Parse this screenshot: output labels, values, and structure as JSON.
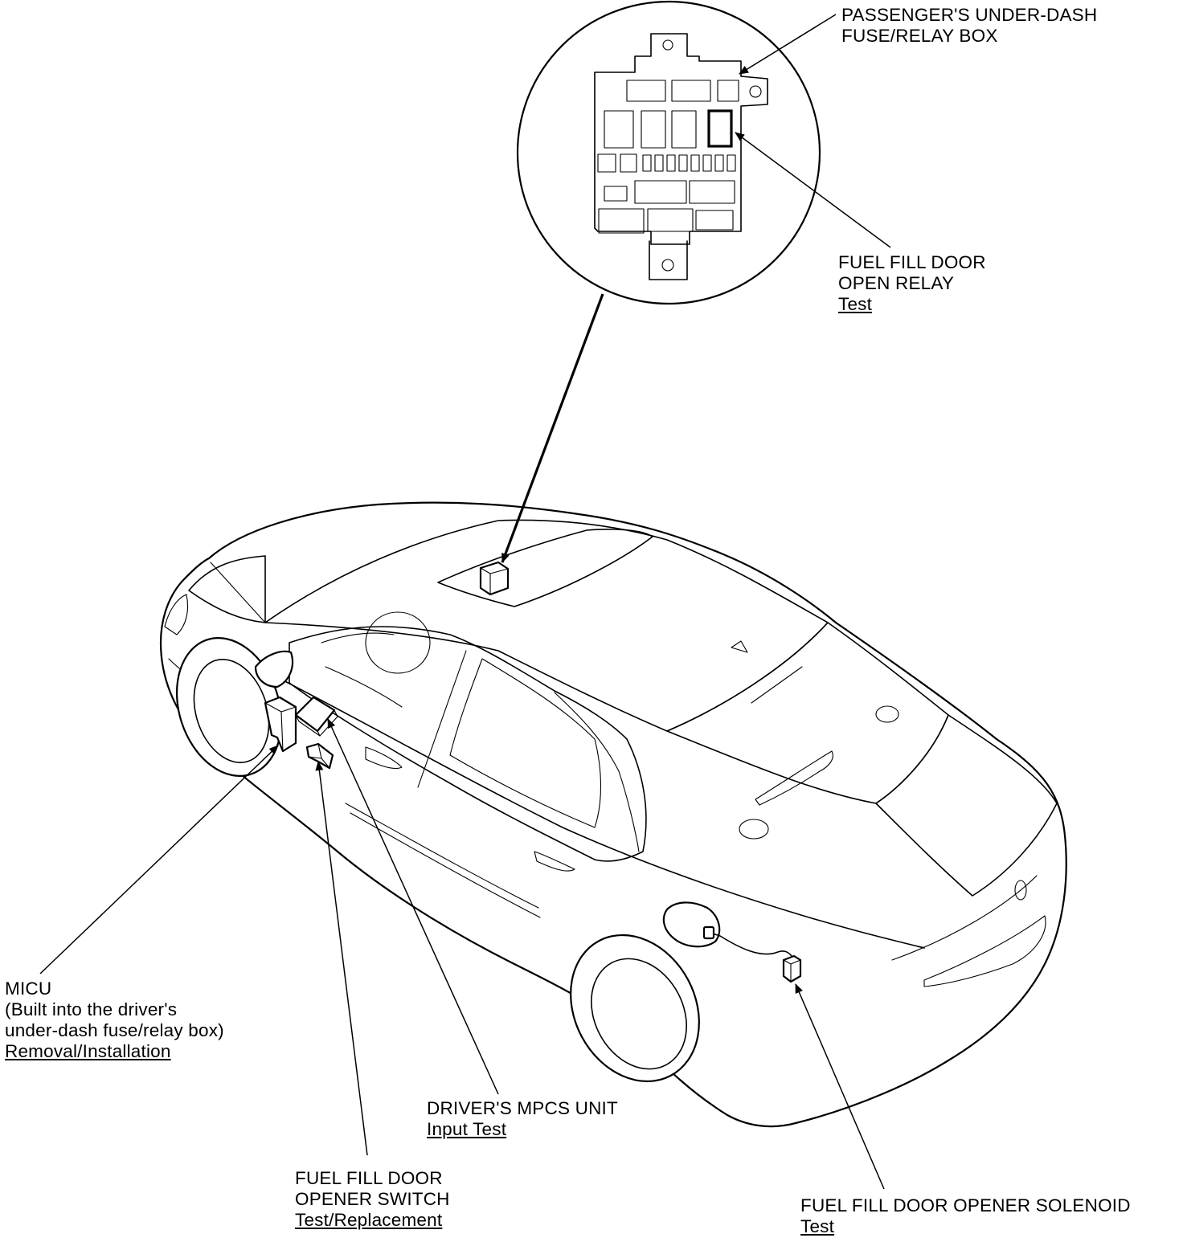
{
  "callouts": {
    "passenger_box": {
      "lines": [
        "PASSENGER'S UNDER-DASH",
        "FUSE/RELAY BOX"
      ]
    },
    "relay": {
      "lines": [
        "FUEL FILL DOOR",
        "OPEN RELAY"
      ],
      "link": "Test"
    },
    "micu": {
      "lines": [
        "MICU",
        "(Built into the driver's",
        "under-dash fuse/relay box)"
      ],
      "link": "Removal/Installation"
    },
    "mpcs": {
      "lines": [
        "DRIVER'S MPCS UNIT"
      ],
      "link": "Input Test"
    },
    "switch": {
      "lines": [
        "FUEL FILL DOOR",
        "OPENER SWITCH"
      ],
      "link": "Test/Replacement"
    },
    "solenoid": {
      "lines": [
        "FUEL FILL DOOR OPENER SOLENOID"
      ],
      "link": "Test"
    }
  }
}
